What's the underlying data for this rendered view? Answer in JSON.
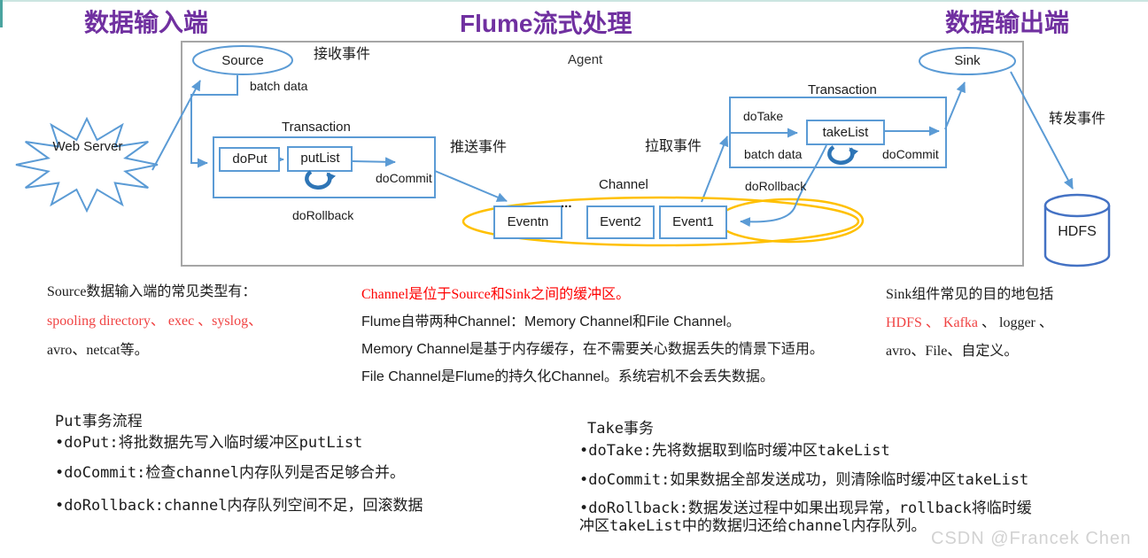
{
  "titles": {
    "input": "数据输入端",
    "center": "Flume流式处理",
    "output": "数据输出端"
  },
  "diagram": {
    "agent": "Agent",
    "web_server": "Web Server",
    "source": "Source",
    "sink": "Sink",
    "hdfs": "HDFS",
    "receive_event": "接收事件",
    "push_event": "推送事件",
    "pull_event": "拉取事件",
    "forward_event": "转发事件",
    "batch_data_left": "batch data",
    "batch_data_right": "batch data",
    "transaction_left": "Transaction",
    "transaction_right": "Transaction",
    "do_put": "doPut",
    "put_list": "putList",
    "do_commit_left": "doCommit",
    "do_rollback_left": "doRollback",
    "do_take": "doTake",
    "take_list": "takeList",
    "do_commit_right": "doCommit",
    "do_rollback_right": "doRollback",
    "channel": "Channel",
    "dots": "...",
    "events": [
      "Eventn",
      "Event2",
      "Event1"
    ]
  },
  "notes": {
    "source": {
      "line1": "Source数据输入端的常见类型有：",
      "line2": "spooling directory、 exec 、syslog、",
      "line3": "avro、netcat等。"
    },
    "channel": {
      "line1": "Channel是位于Source和Sink之间的缓冲区。",
      "line2": "Flume自带两种Channel：Memory Channel和File Channel。",
      "line3": "Memory Channel是基于内存缓存，在不需要关心数据丢失的情景下适用。",
      "line4": "File Channel是Flume的持久化Channel。系统宕机不会丢失数据。"
    },
    "sink": {
      "line1": "Sink组件常见的目的地包括",
      "line2_red": "HDFS 、 Kafka",
      "line2_rest": " 、 logger 、",
      "line3": "avro、File、自定义。"
    }
  },
  "put_flow": {
    "title": "Put事务流程",
    "items": [
      "•doPut:将批数据先写入临时缓冲区putList",
      "•doCommit:检查channel内存队列是否足够合并。",
      "•doRollback:channel内存队列空间不足，回滚数据"
    ]
  },
  "take_flow": {
    "title": "Take事务",
    "items": [
      "•doTake:先将数据取到临时缓冲区takeList",
      "•doCommit:如果数据全部发送成功，则清除临时缓冲区takeList",
      "•doRollback:数据发送过程中如果出现异常，rollback将临时缓冲区takeList中的数据归还给channel内存队列。"
    ]
  },
  "watermark": "CSDN @Francek Chen",
  "colors": {
    "accent_blue": "#5B9BD5",
    "loop_blue": "#2E75B6",
    "channel_yellow": "#FFC000",
    "title_purple": "#7030A0",
    "highlight_red": "#FE0202",
    "soft_red": "#F04343",
    "cylinder_blue": "#4472C4",
    "frame_gray": "#A6A6A6",
    "watermark_gray": "#D2D2D2",
    "top_rule_teal": "#CBE5E1"
  }
}
